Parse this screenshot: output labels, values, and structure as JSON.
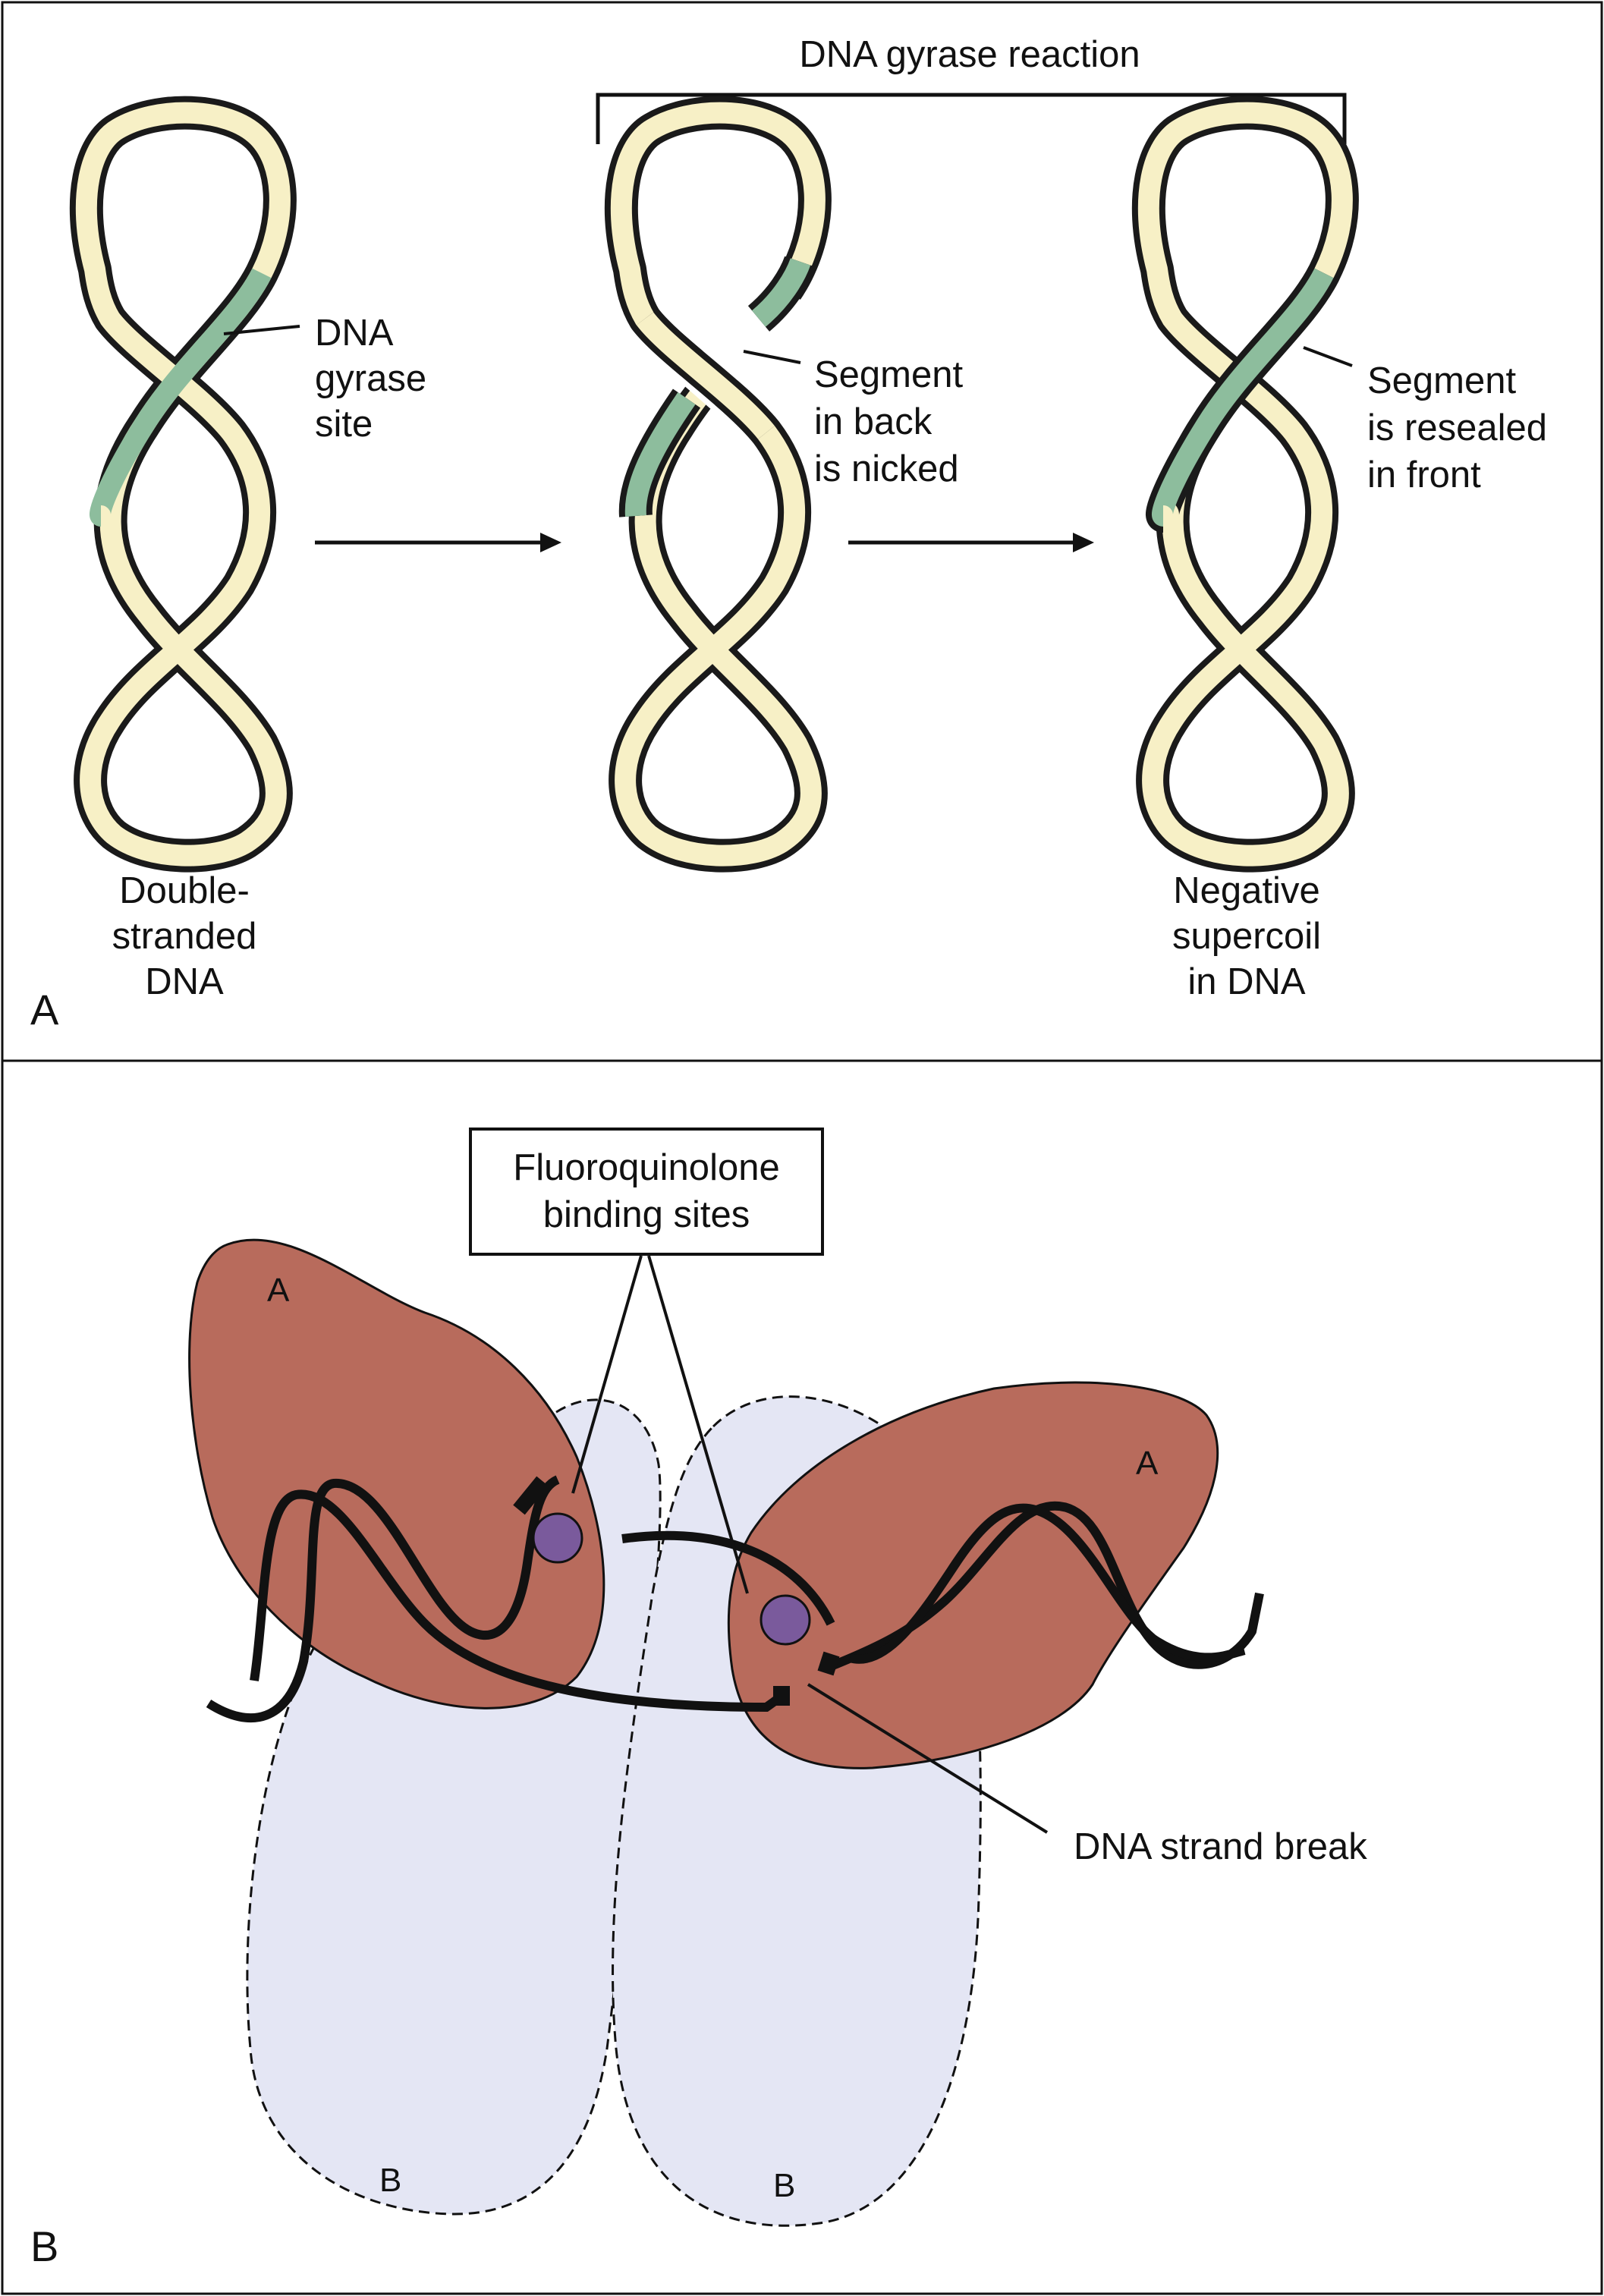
{
  "panel_a": {
    "letter": "A",
    "title": "DNA gyrase reaction",
    "stage1": {
      "caption": [
        "Double-",
        "stranded",
        "DNA"
      ],
      "site_label": [
        "DNA",
        "gyrase",
        "site"
      ]
    },
    "stage2": {
      "label": [
        "Segment",
        "in back",
        "is nicked"
      ]
    },
    "stage3": {
      "label": [
        "Segment",
        "is resealed",
        "in front"
      ],
      "caption": [
        "Negative",
        "supercoil",
        "in DNA"
      ]
    }
  },
  "panel_b": {
    "letter": "B",
    "box_label": [
      "Fluoroquinolone",
      "binding sites"
    ],
    "subunit_a": "A",
    "subunit_b": "B",
    "break_label": "DNA strand break"
  },
  "colors": {
    "dna_strand": "#f7f0c6",
    "gyrase_site": "#8dbd9d",
    "subunit_a": "#b86b5c",
    "subunit_b": "#e4e6f4",
    "binding_site": "#7a5a9c",
    "outline": "#1a1a1a"
  }
}
